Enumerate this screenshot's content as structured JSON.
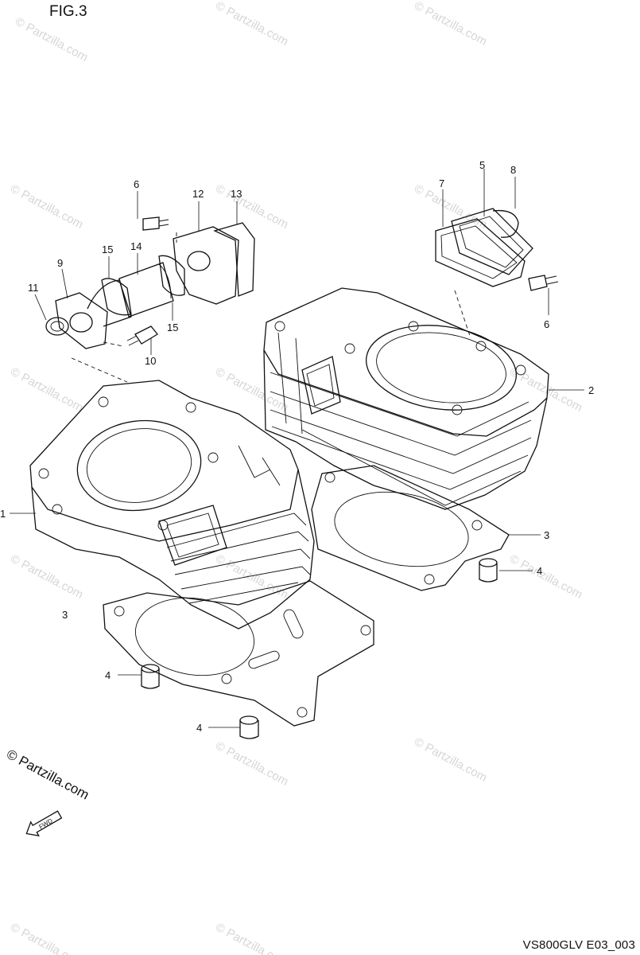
{
  "figure": {
    "title": "FIG.3",
    "footer_code": "VS800GLV E03_003",
    "copyright": "© Partzilla.com",
    "watermark": "© Partzilla.com",
    "fwd_label": "FWD"
  },
  "callouts": {
    "c1": "1",
    "c2": "2",
    "c3a": "3",
    "c3b": "3",
    "c4a": "4",
    "c4b": "4",
    "c4c": "4",
    "c5": "5",
    "c6a": "6",
    "c6b": "6",
    "c7": "7",
    "c8": "8",
    "c9": "9",
    "c10": "10",
    "c11": "11",
    "c12": "12",
    "c13": "13",
    "c14": "14",
    "c15a": "15",
    "c15b": "15"
  }
}
